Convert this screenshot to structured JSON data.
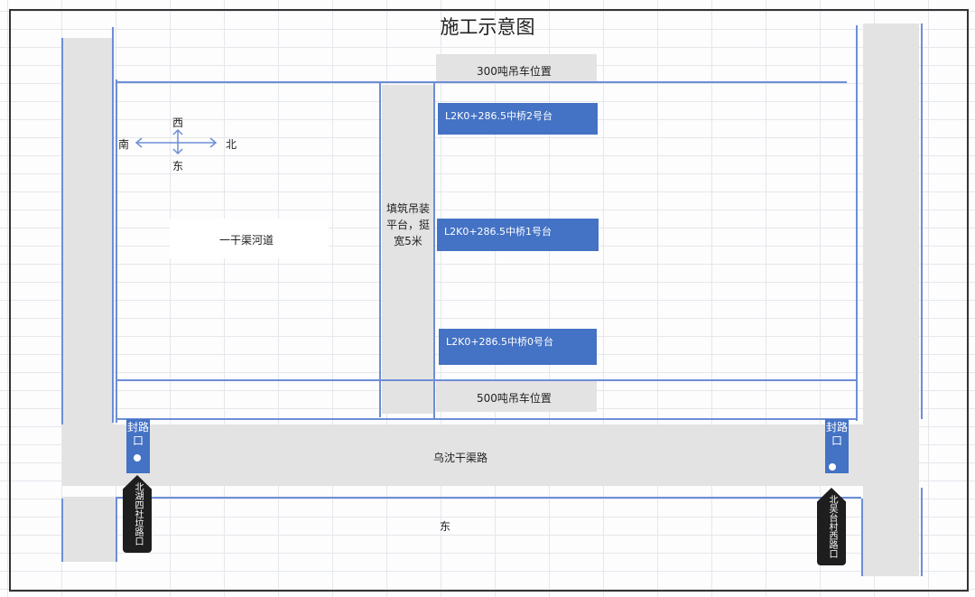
{
  "title": "施工示意图",
  "crane_top": "300吨吊车位置",
  "crane_bottom": "500吨吊车位置",
  "abutments": [
    "L2K0+286.5中桥2号台",
    "L2K0+286.5中桥1号台",
    "L2K0+286.5中桥0号台"
  ],
  "platform": "填筑吊装平台，挺宽5米",
  "river": "一干渠河道",
  "compass": {
    "west": "西",
    "south": "南",
    "north": "北",
    "east": "东"
  },
  "road": "乌沈干渠路",
  "bottom_label": "东",
  "closure_left": "封路口",
  "closure_right": "封路口",
  "pin_left": "北湖四社垃路口",
  "pin_right": "北吴台村西路口",
  "colors": {
    "accent": "#4472c4",
    "line": "#6d8ed6",
    "road_gray": "#e3e3e3"
  }
}
